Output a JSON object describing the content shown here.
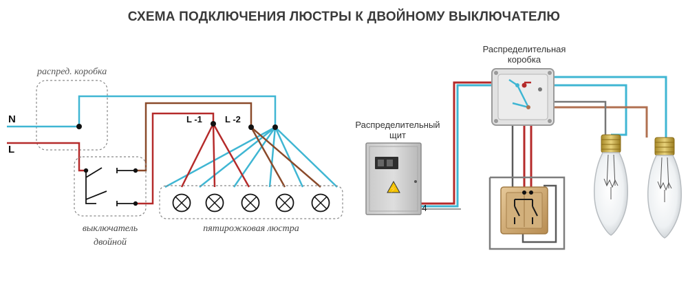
{
  "title": "СХЕМА ПОДКЛЮЧЕНИЯ ЛЮСТРЫ К ДВОЙНОМУ ВЫКЛЮЧАТЕЛЮ",
  "left_diagram": {
    "junction_box_label": "распред. коробка",
    "neutral_label": "N",
    "line_label": "L",
    "group1_label": "L -1",
    "group2_label": "L -2",
    "switch_label_line1": "выключатель",
    "switch_label_line2": "двойной",
    "chandelier_label": "пятирожковая люстра"
  },
  "right_diagram": {
    "junction_box_label_line1": "Распределительная",
    "junction_box_label_line2": "коробка",
    "panel_label_line1": "Распределительный",
    "panel_label_line2": "щит",
    "panel_wire_count": "4"
  },
  "colors": {
    "neutral_wire": "#3fb6d3",
    "line_wire": "#b52a2a",
    "group2_wire": "#8a4a2a",
    "earth_wire": "#8a8a8a",
    "switch_frame": "#c9a46e",
    "title": "#3a3a3a"
  }
}
